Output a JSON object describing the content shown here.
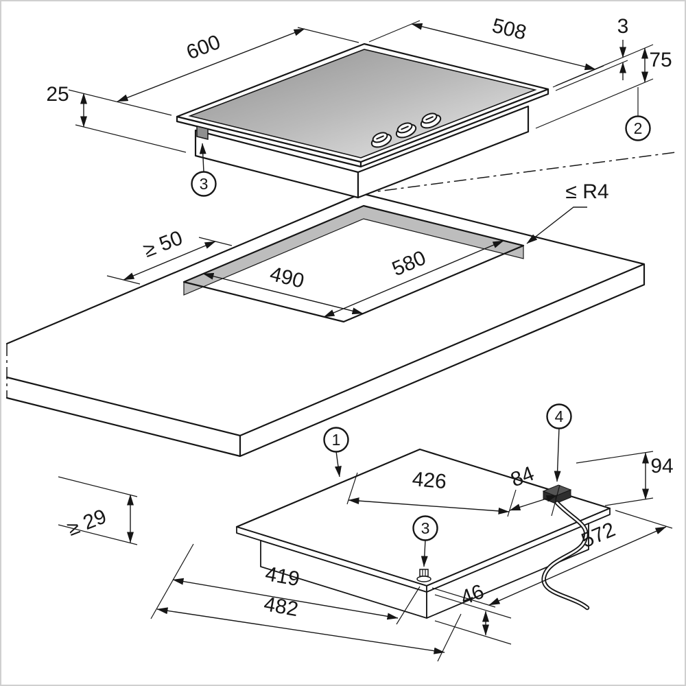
{
  "dims": {
    "hob_width": "600",
    "hob_depth": "508",
    "glass_height": "3",
    "build_in_height": "75",
    "frame_height": "25",
    "cutout_corner_radius": "≤ R4",
    "min_side_clearance": "≥ 50",
    "cutout_depth": "490",
    "cutout_width": "580",
    "min_clearance_below": "≥ 29",
    "cable_entry_offset": "426",
    "cable_entry_edge_gap": "84",
    "cable_exit_height": "94",
    "fixing_screw_offset": "419",
    "base_depth": "482",
    "base_width": "572",
    "base_height": "46"
  },
  "callouts": {
    "one": "1",
    "two": "2",
    "three": "3",
    "four": "4"
  }
}
